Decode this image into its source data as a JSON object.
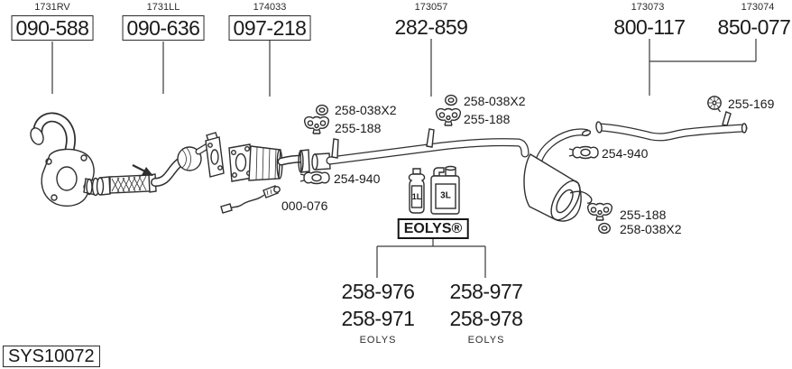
{
  "colors": {
    "ink": "#1a1a1a",
    "line": "#2f2f2f",
    "background": "#ffffff"
  },
  "assemblies": [
    {
      "ref": "1731RV",
      "part": "090-588",
      "boxed": true
    },
    {
      "ref": "1731LL",
      "part": "090-636",
      "boxed": true
    },
    {
      "ref": "174033",
      "part": "097-218",
      "boxed": true
    },
    {
      "ref": "173057",
      "part": "282-859",
      "boxed": false
    },
    {
      "ref": "173073",
      "part": "800-117",
      "boxed": false
    },
    {
      "ref": "173074",
      "part": "850-077",
      "boxed": false
    }
  ],
  "hardware": [
    {
      "icon": "nut-icon",
      "label": "258-038X2"
    },
    {
      "icon": "rubber-hanger-icon",
      "label": "255-188"
    },
    {
      "icon": "nut-icon",
      "label": "258-038X2"
    },
    {
      "icon": "rubber-hanger-icon",
      "label": "255-188"
    },
    {
      "icon": "clamp-icon",
      "label": "254-940"
    },
    {
      "icon": "oxygen-sensor-icon",
      "label": "000-076"
    },
    {
      "icon": "clamp-icon",
      "label": "254-940"
    },
    {
      "icon": "rubber-hanger-icon",
      "label": "255-188"
    },
    {
      "icon": "nut-icon",
      "label": "258-038X2"
    },
    {
      "icon": "pipe-clamp-icon",
      "label": "255-169"
    }
  ],
  "eolys": {
    "small_bottle": "1L",
    "large_bottle": "3L",
    "brand": "EOLYS®",
    "kits": [
      {
        "line1": "258-976",
        "line2": "258-971",
        "caption": "EOLYS"
      },
      {
        "line1": "258-977",
        "line2": "258-978",
        "caption": "EOLYS"
      }
    ]
  },
  "system_code": "SYS10072"
}
